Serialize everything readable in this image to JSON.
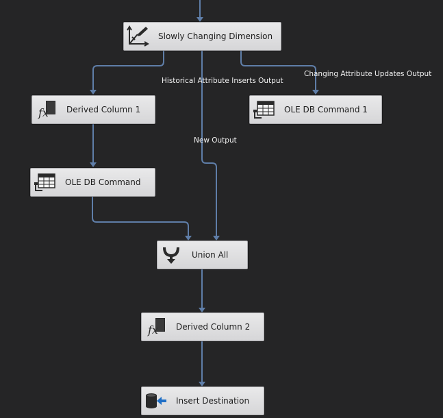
{
  "colors": {
    "canvas": "#252526",
    "node_fill": "#dfdfe0",
    "node_border": "#a8a8ab",
    "path": "#5f7ea8",
    "path_label": "#f1f1f1"
  },
  "nodes": {
    "scd": {
      "label": "Slowly Changing Dimension",
      "icon": "slowly-changing-dimension-icon"
    },
    "derived1": {
      "label": "Derived Column 1",
      "icon": "derived-column-icon"
    },
    "oledb1": {
      "label": "OLE DB Command 1",
      "icon": "ole-db-command-icon"
    },
    "oledb": {
      "label": "OLE DB Command",
      "icon": "ole-db-command-icon"
    },
    "union": {
      "label": "Union All",
      "icon": "union-all-icon"
    },
    "derived2": {
      "label": "Derived Column 2",
      "icon": "derived-column-icon"
    },
    "dest": {
      "label": "Insert Destination",
      "icon": "destination-icon"
    }
  },
  "path_labels": {
    "historical": "Historical Attribute Inserts Output",
    "changing": "Changing Attribute Updates Output",
    "new_output": "New Output"
  }
}
